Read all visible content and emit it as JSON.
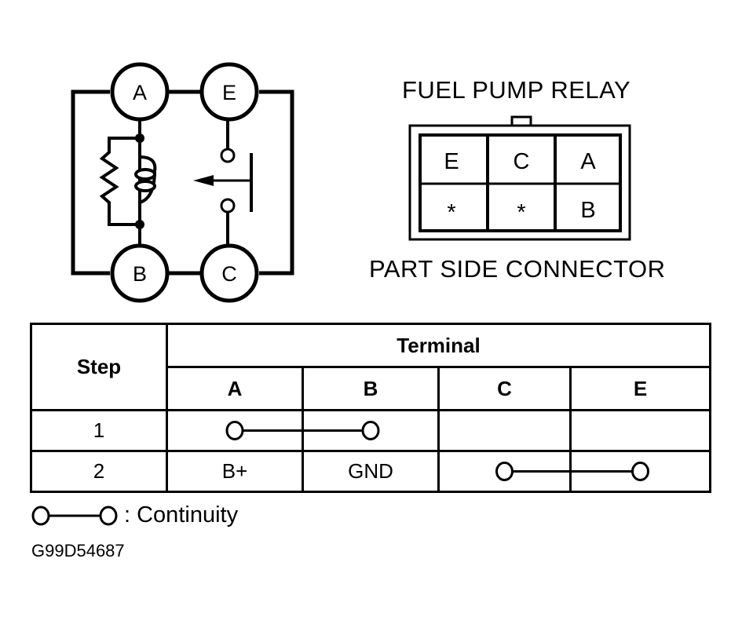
{
  "schematic": {
    "terminals": [
      "A",
      "E",
      "B",
      "C"
    ],
    "components": [
      "resistor",
      "coil",
      "switch"
    ]
  },
  "connector": {
    "title": "FUEL PUMP RELAY",
    "subtitle": "PART SIDE CONNECTOR",
    "pins": [
      [
        "E",
        "C",
        "A"
      ],
      [
        "*",
        "*",
        "B"
      ]
    ]
  },
  "table": {
    "step_header": "Step",
    "terminal_header": "Terminal",
    "columns": [
      "A",
      "B",
      "C",
      "E"
    ],
    "rows": [
      {
        "step": "1",
        "cells": [
          "",
          "",
          "",
          ""
        ],
        "continuity": [
          "A",
          "B"
        ]
      },
      {
        "step": "2",
        "cells": [
          "B+",
          "GND",
          "",
          ""
        ],
        "continuity": [
          "C",
          "E"
        ]
      }
    ]
  },
  "legend": {
    "label": ": Continuity"
  },
  "figure_code": "G99D54687"
}
